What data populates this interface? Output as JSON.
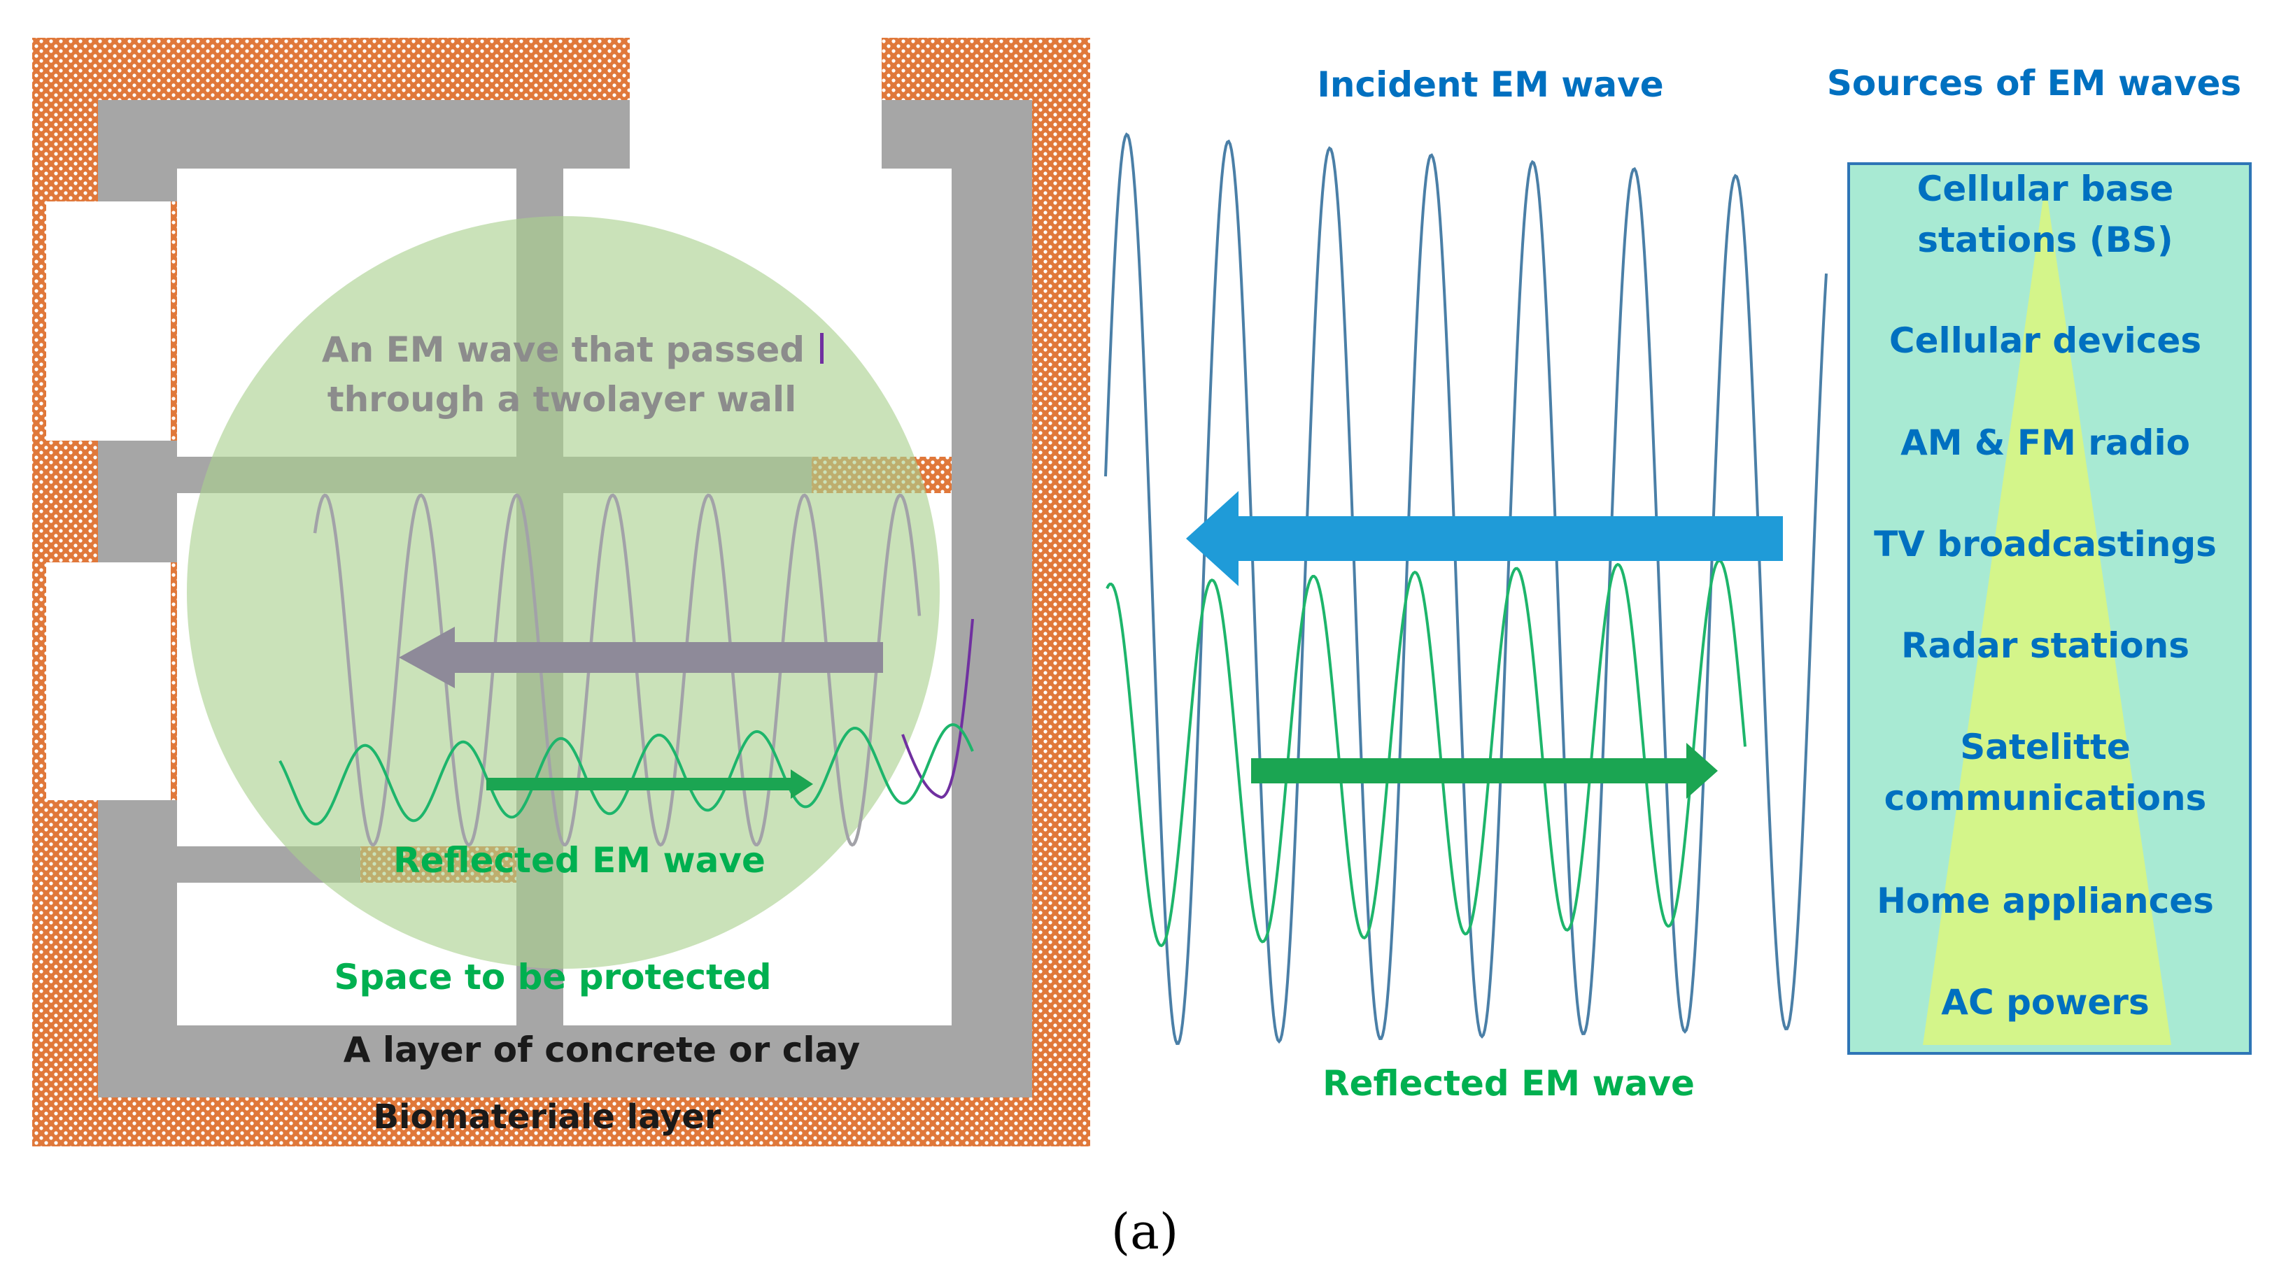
{
  "labels": {
    "passed_wave_line1": "An EM wave that passed",
    "passed_wave_line2": "through a  twolayer wall",
    "reflected_inside": "Reflected EM wave",
    "space": "Space to be protected",
    "concrete": "A layer of concrete or clay",
    "biomaterial": "Biomateriale layer",
    "incident": "Incident EM wave",
    "reflected_outside": "Reflected EM wave",
    "sources_title": "Sources of EM waves",
    "caption": "(a)"
  },
  "sources": [
    {
      "line1": "Cellular base",
      "line2": "stations (BS)"
    },
    {
      "line1": "Cellular devices"
    },
    {
      "line1": "AM & FM  radio"
    },
    {
      "line1": "TV broadcastings"
    },
    {
      "line1": "Radar stations"
    },
    {
      "line1": "Satelitte",
      "line2": "communications"
    },
    {
      "line1": "Home appliances"
    },
    {
      "line1": "AC powers"
    }
  ],
  "colors": {
    "biomaterial": "#E0783A",
    "concrete": "#A6A6A6",
    "circle": "#A9D18E",
    "incident_wave": "#4A7FA7",
    "reflected_wave": "#1DB56B",
    "blue_text": "#0070C0",
    "green_text": "#00B050",
    "grey_text": "#8C8C8C",
    "sources_box": "#A8EAD3",
    "triangle": "#D4F58A",
    "blue_arrow": "#1F9BD8",
    "green_arrow": "#1BA552",
    "grey_arrow": "#8E8A99"
  }
}
